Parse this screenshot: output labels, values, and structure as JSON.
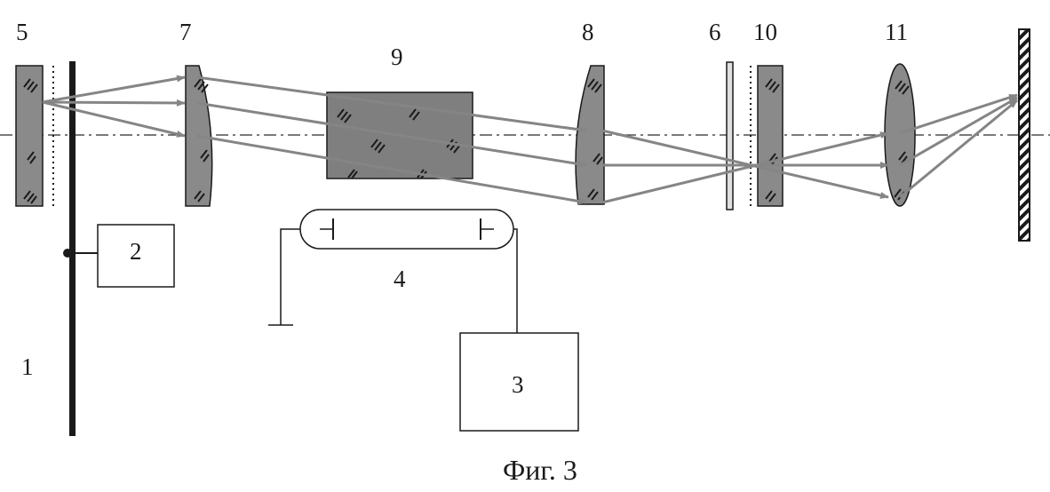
{
  "figure": {
    "caption": "Фиг. 3",
    "labels": {
      "rod": "1",
      "drive_box": "2",
      "power_supply": "3",
      "lamp": "4",
      "mirror_left": "5",
      "plate": "6",
      "lens_7": "7",
      "lens_8": "8",
      "crystal": "9",
      "mirror_right": "10",
      "lens_11": "11"
    }
  },
  "colors": {
    "element_fill": "#8a8a8a",
    "crystal_fill": "#7f7f7f",
    "beam": "#858585",
    "line": "#1a1a1a"
  }
}
